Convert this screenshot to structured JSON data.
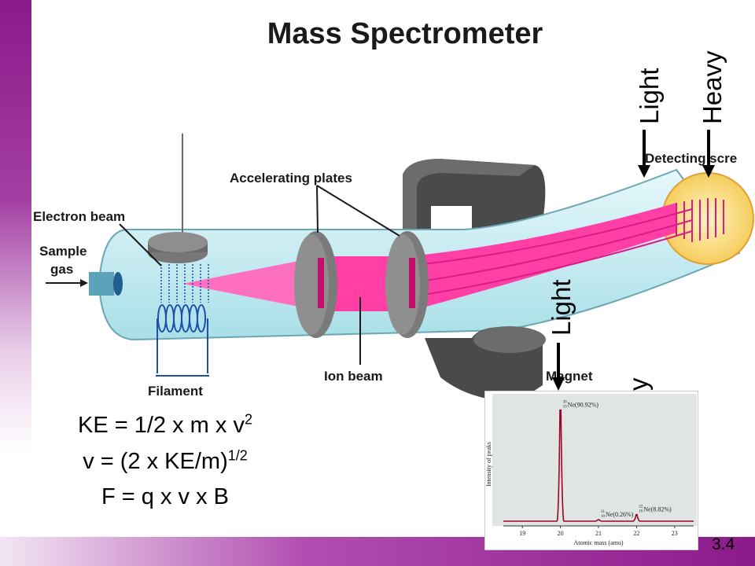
{
  "title": "Mass Spectrometer",
  "labels": {
    "electron_beam": "Electron beam",
    "sample_gas_1": "Sample",
    "sample_gas_2": "gas",
    "accelerating_plates": "Accelerating plates",
    "detecting_screen": "Detecting scre",
    "ion_beam": "Ion beam",
    "magnet": "Magnet",
    "filament": "Filament"
  },
  "arrows": {
    "top_light": "Light",
    "top_heavy": "Heavy",
    "mid_light": "Light",
    "mid_heavy": "Heavy"
  },
  "formulas": {
    "ke_base": "KE = 1/2 x m x v",
    "ke_exp": "2",
    "v_base": "v = (2 x KE/m)",
    "v_exp": "1/2",
    "f": "F = q x v x B"
  },
  "chart_data": {
    "type": "line",
    "title": "",
    "xlabel": "Atomic mass (amu)",
    "ylabel": "Intensity of peaks",
    "xlim": [
      18.5,
      23.5
    ],
    "x_ticks": [
      "19",
      "20",
      "21",
      "22",
      "23"
    ],
    "series": [
      {
        "points": [
          [
            20,
            90.92
          ],
          [
            21,
            0.26
          ],
          [
            22,
            8.82
          ]
        ]
      }
    ],
    "peak_labels": [
      {
        "x": 20,
        "mass": "20",
        "atomic": "10",
        "text": "Ne(90.92%)"
      },
      {
        "x": 21,
        "mass": "21",
        "atomic": "10",
        "text": "Ne(0.26%)"
      },
      {
        "x": 22,
        "mass": "22",
        "atomic": "10",
        "text": "Ne(8.82%)"
      }
    ],
    "grid": false
  },
  "slide_number": "3.4",
  "colors": {
    "accent": "#8c1a8a",
    "beam": "#ff3fa6",
    "tube": "#bde9ef",
    "magnet": "#4a4a4a",
    "screen": "#f7d35a",
    "peak": "#a0002a",
    "chart_bg": "#dfe6e1"
  }
}
